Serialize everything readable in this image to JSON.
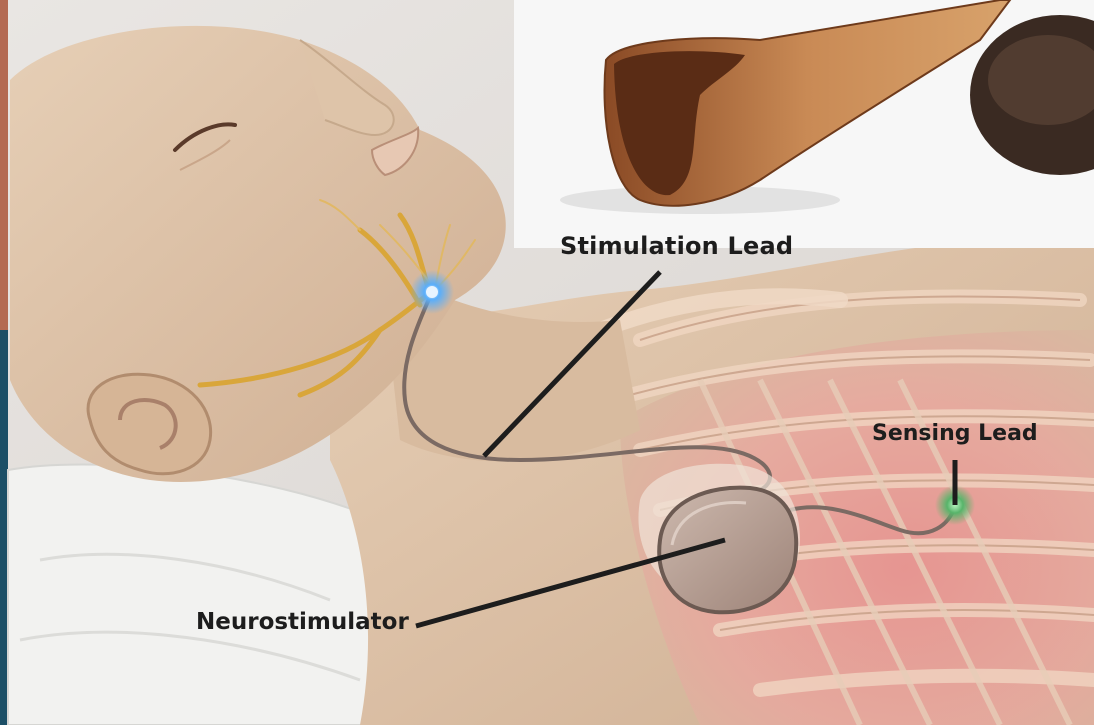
{
  "diagram": {
    "labels": {
      "stimulation_lead": "Stimulation Lead",
      "sensing_lead": "Sensing Lead",
      "neurostimulator": "Neurostimulator"
    },
    "colors": {
      "skin": "#dcc0a3",
      "nerve": "#d9a63a",
      "stimulation_glow": "#5aaefa",
      "sensing_glow": "#58b46a",
      "rib_fill": "#e8a79e",
      "device": "#b59e94",
      "pillow": "#f2f2f0",
      "background": "#1c4f66"
    }
  }
}
